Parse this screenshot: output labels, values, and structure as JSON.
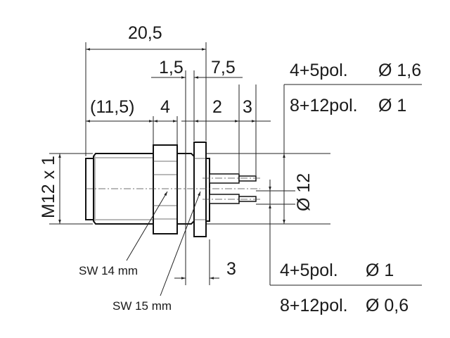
{
  "dimensions": {
    "overall_length": "20,5",
    "flange_gap": "1,5",
    "pin_length": "7,5",
    "thread_length": "(11,5)",
    "nut_width": "4",
    "pin_step": "2",
    "pin_tip": "3",
    "flange_thickness": "3",
    "thread": "M12 x 1",
    "panel_hole": "Ø 12"
  },
  "pin_diameter_top": [
    {
      "poles": "4+5pol.",
      "diameter": "Ø 1,6"
    },
    {
      "poles": "8+12pol.",
      "diameter": "Ø 1"
    }
  ],
  "pin_diameter_bottom": [
    {
      "poles": "4+5pol.",
      "diameter": "Ø 1"
    },
    {
      "poles": "8+12pol.",
      "diameter": "Ø 0,6"
    }
  ],
  "wrench_sizes": [
    "SW 14 mm",
    "SW 15 mm"
  ]
}
